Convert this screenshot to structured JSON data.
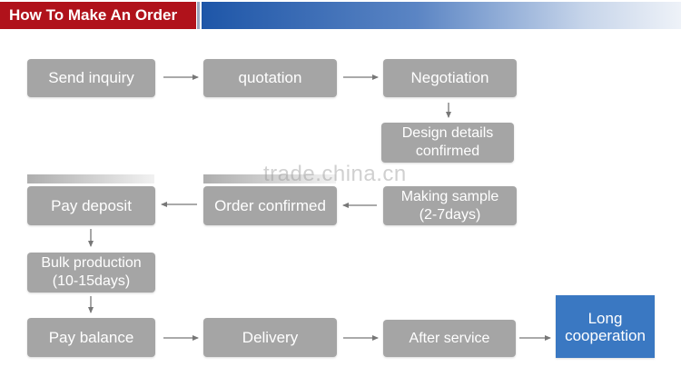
{
  "header": {
    "title": "How To Make An Order"
  },
  "watermark": "trade.china.cn",
  "steps": {
    "send_inquiry": "Send inquiry",
    "quotation": "quotation",
    "negotiation": "Negotiation",
    "design_details": "Design details\nconfirmed",
    "making_sample": "Making sample\n(2-7days)",
    "order_confirmed": "Order confirmed",
    "pay_deposit": "Pay deposit",
    "bulk_production": "Bulk production\n(10-15days)",
    "pay_balance": "Pay balance",
    "delivery": "Delivery",
    "after_service": "After service",
    "long_cooperation": "Long\ncooperation"
  },
  "colors": {
    "header_red": "#b0121b",
    "header_blue": "#1e56a8",
    "step_gray": "#a5a5a5",
    "highlight_blue": "#3a78c2",
    "arrow": "#777777"
  }
}
